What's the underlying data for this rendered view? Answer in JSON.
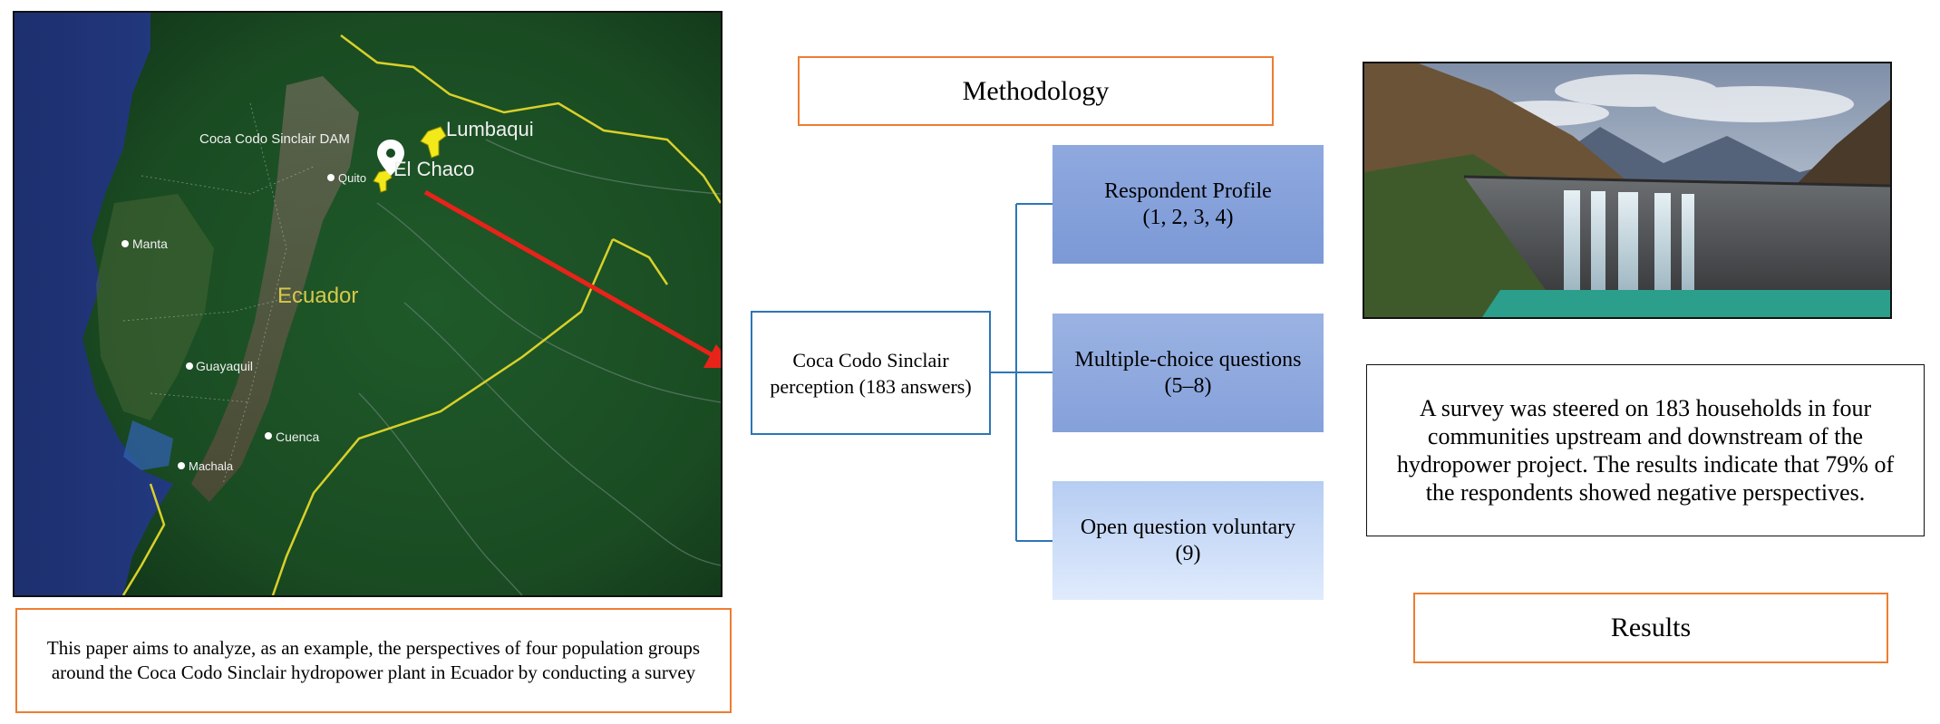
{
  "map": {
    "labels": {
      "dam": "Coca Codo Sinclair DAM",
      "lumbaqui": "Lumbaqui",
      "el_chaco": "El Chaco",
      "quito": "Quito",
      "manta": "Manta",
      "ecuador": "Ecuador",
      "guayaquil": "Guayaquil",
      "cuenca": "Cuenca",
      "machala": "Machala"
    }
  },
  "intro_text": "This paper aims to analyze, as an example, the perspectives of four population groups around the Coca Codo Sinclair hydropower plant in Ecuador by conducting a survey",
  "methodology_label": "Methodology",
  "center": {
    "line1": "Coca Codo Sinclair",
    "line2": "perception (183 answers)"
  },
  "categories": [
    {
      "title": "Respondent Profile",
      "detail": "(1, 2, 3, 4)"
    },
    {
      "title": "Multiple-choice questions",
      "detail": "(5–8)"
    },
    {
      "title": "Open question voluntary",
      "detail": "(9)"
    }
  ],
  "summary_text": "A survey was steered on 183 households in four communities upstream and downstream of the hydropower project. The results indicate that 79% of the respondents showed negative perspectives.",
  "results_label": "Results",
  "colors": {
    "orange_border": "#ed7d31",
    "blue_border": "#2e75b6",
    "arrow": "#e8231a",
    "connector": "#2e75b6"
  }
}
